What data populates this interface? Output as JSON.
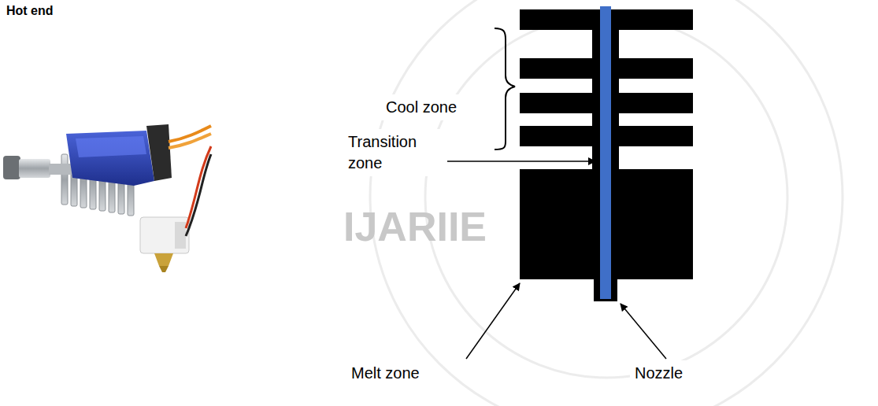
{
  "diagram": {
    "labels": [
      "Hot end",
      "Cool zone",
      "Transition zone",
      "Melt zone",
      "Nozzle",
      "IJARIIE"
    ]
  }
}
